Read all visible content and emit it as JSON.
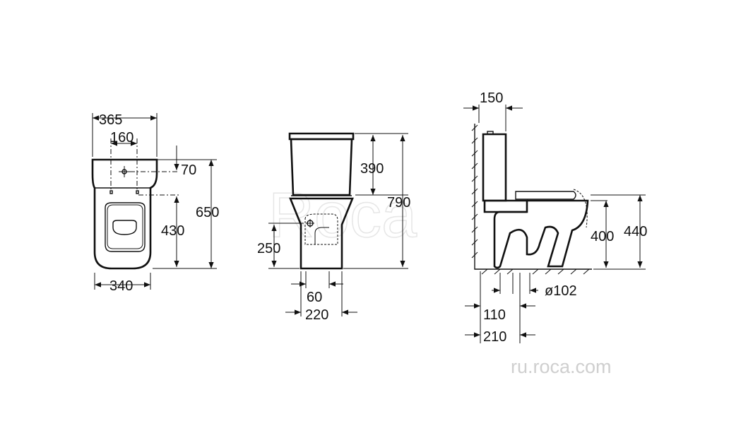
{
  "watermark": "Roca",
  "site_url": "ru.roca.com",
  "views": {
    "top": {
      "width_total": "365",
      "hole_spacing": "160",
      "tank_offset": "70",
      "depth_total": "650",
      "hole_to_front": "430",
      "base_width": "340"
    },
    "front": {
      "height_total": "790",
      "tank_height": "390",
      "outlet_height": "250",
      "outlet_width": "60",
      "base_width": "220"
    },
    "side": {
      "tank_gap": "150",
      "seat_height_high": "440",
      "seat_height_low": "400",
      "outlet_diameter": "ø102",
      "outlet_dist_near": "110",
      "outlet_dist_far": "210"
    }
  }
}
